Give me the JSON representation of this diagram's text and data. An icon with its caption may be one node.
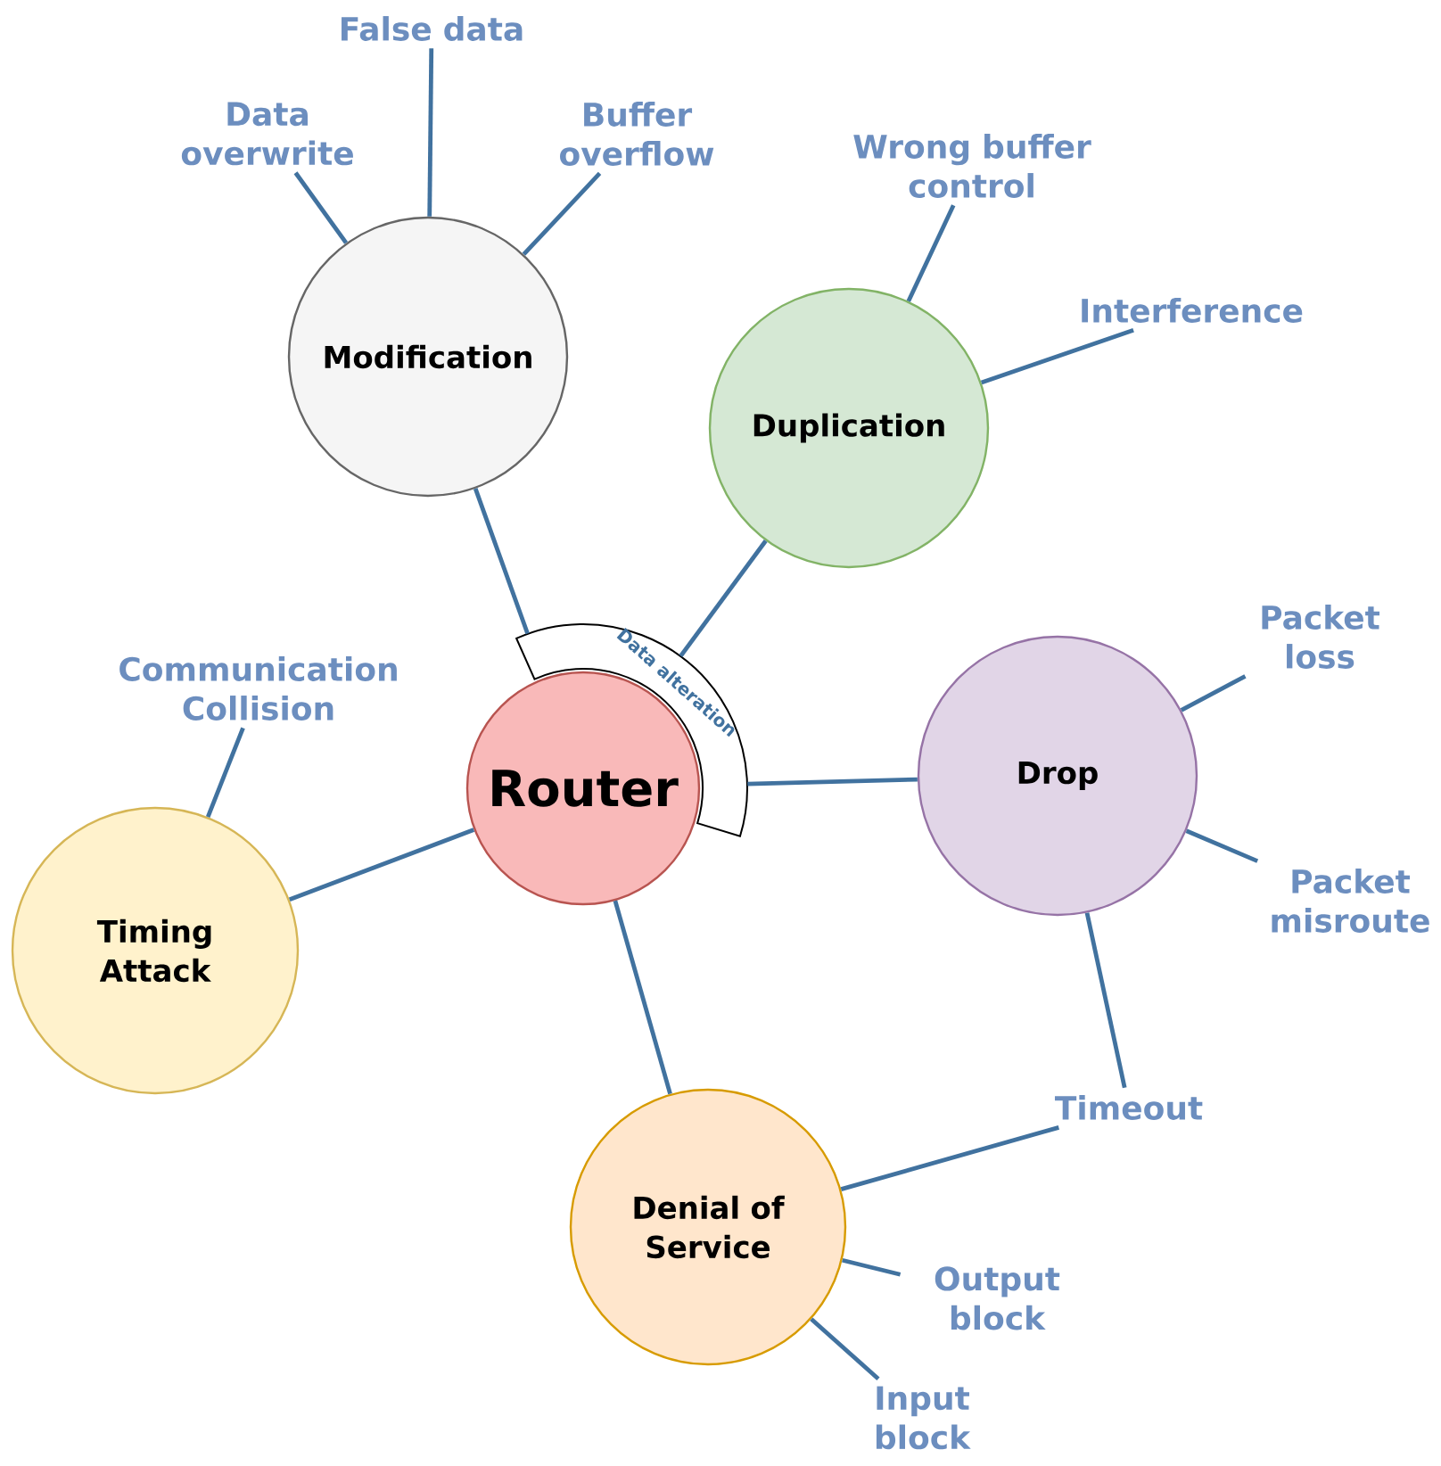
{
  "diagram": {
    "nodes": [
      {
        "text": [
          "Router"
        ]
      },
      {
        "text": [
          "Data alteration"
        ]
      },
      {
        "text": [
          "Modification"
        ]
      },
      {
        "text": [
          "Duplication"
        ]
      },
      {
        "text": [
          "Drop"
        ]
      },
      {
        "text": [
          "Timing Attack"
        ]
      },
      {
        "text": [
          "Denial of Service"
        ]
      },
      {
        "text": [
          "Data overwrite"
        ]
      },
      {
        "text": [
          "False data"
        ]
      },
      {
        "text": [
          "Buffer overflow"
        ]
      },
      {
        "text": [
          "Wrong buffer control"
        ]
      },
      {
        "text": [
          "Interference"
        ]
      },
      {
        "text": [
          "Packet loss"
        ]
      },
      {
        "text": [
          "Packet misroute"
        ]
      },
      {
        "text": [
          "Communication Collision"
        ]
      },
      {
        "text": [
          "Timeout"
        ]
      },
      {
        "text": [
          "Output block"
        ]
      },
      {
        "text": [
          "Input block"
        ]
      }
    ],
    "edges": [
      {
        "from": 1,
        "to": 2,
        "arrow": "none"
      },
      {
        "from": 1,
        "to": 3,
        "arrow": "none"
      },
      {
        "from": 1,
        "to": 4,
        "arrow": "none"
      },
      {
        "from": 0,
        "to": 5,
        "arrow": "none"
      },
      {
        "from": 0,
        "to": 6,
        "arrow": "none"
      },
      {
        "from": 2,
        "to": 7,
        "arrow": "none"
      },
      {
        "from": 2,
        "to": 8,
        "arrow": "none"
      },
      {
        "from": 2,
        "to": 9,
        "arrow": "none"
      },
      {
        "from": 3,
        "to": 10,
        "arrow": "none"
      },
      {
        "from": 3,
        "to": 11,
        "arrow": "none"
      },
      {
        "from": 4,
        "to": 12,
        "arrow": "none"
      },
      {
        "from": 4,
        "to": 13,
        "arrow": "none"
      },
      {
        "from": 4,
        "to": 15,
        "arrow": "none"
      },
      {
        "from": 5,
        "to": 14,
        "arrow": "none"
      },
      {
        "from": 6,
        "to": 15,
        "arrow": "none"
      },
      {
        "from": 6,
        "to": 16,
        "arrow": "none"
      },
      {
        "from": 6,
        "to": 17,
        "arrow": "none"
      }
    ]
  }
}
